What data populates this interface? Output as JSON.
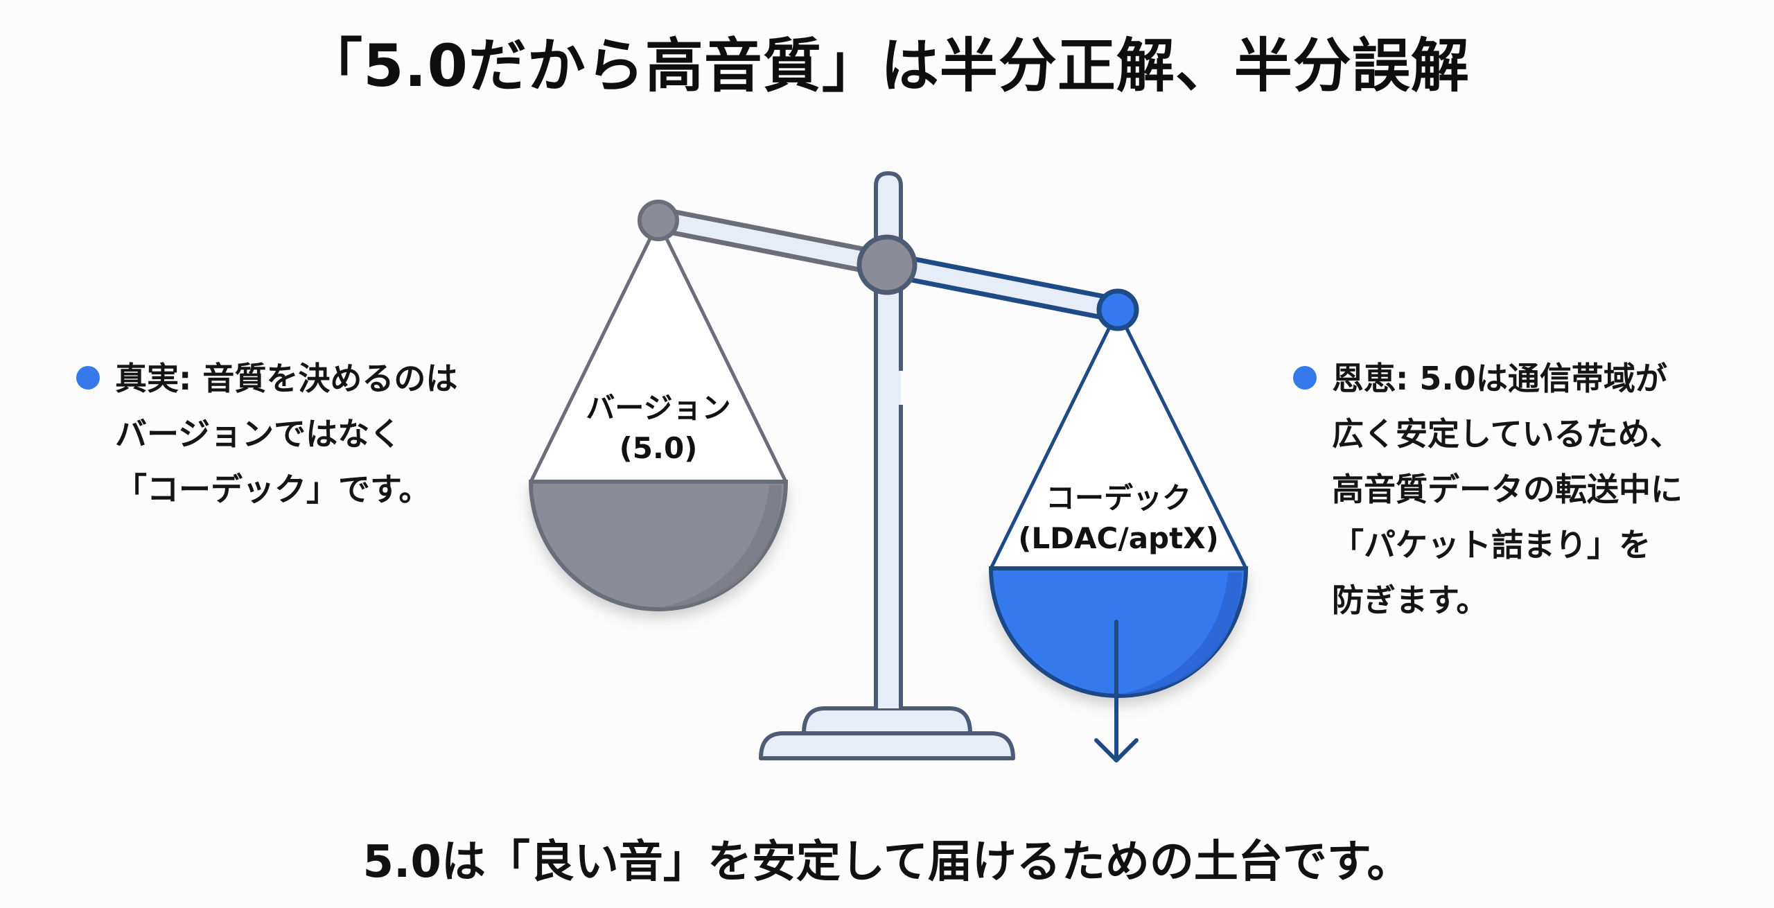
{
  "title": "「5.0だから高音質」は半分正解、半分誤解",
  "left_note": {
    "bullet_color": "#3579ea",
    "lines": [
      "真実: 音質を決めるのは",
      "バージョンではなく",
      "「コーデック」です。"
    ]
  },
  "right_note": {
    "bullet_color": "#3579ea",
    "lines": [
      "恩恵: 5.0は通信帯域が",
      "広く安定しているため、",
      "高音質データの転送中に",
      "「パケット詰まり」を",
      "防ぎます。"
    ]
  },
  "scale": {
    "left_pan": {
      "label_line1": "バージョン",
      "label_line2": "(5.0)",
      "color": "#8a8c97"
    },
    "right_pan": {
      "label_line1": "コーデック",
      "label_line2": "(LDAC/aptX)",
      "color": "#3479ef"
    },
    "direction_icon": "arrow-down-icon"
  },
  "footer": "5.0は「良い音」を安定して届けるための土台です。",
  "colors": {
    "accent_blue": "#3479ef",
    "dark_blue_stroke": "#1e4a86",
    "gray_fill": "#8a8c97",
    "gray_stroke": "#6b6e79",
    "frame_fill": "#e6edf7",
    "frame_stroke": "#4d5b75"
  }
}
